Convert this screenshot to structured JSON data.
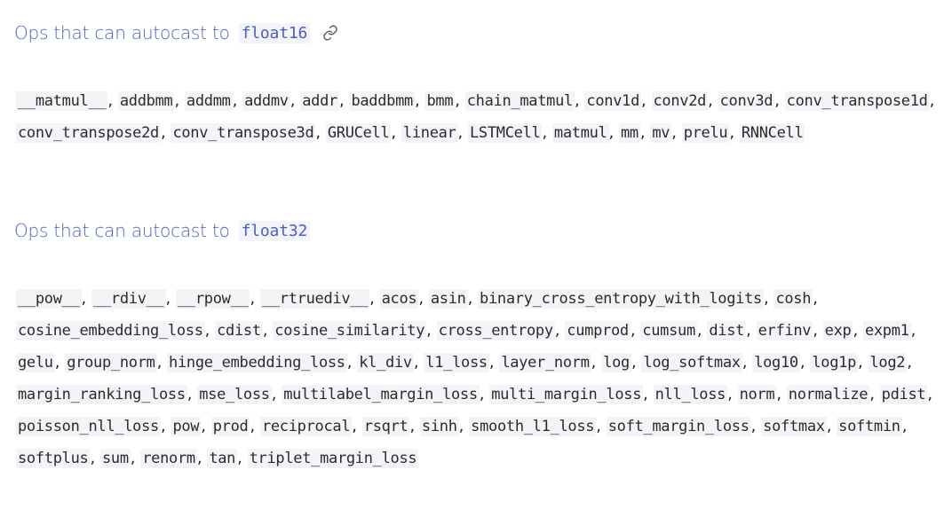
{
  "sections": [
    {
      "heading_prefix": "Ops that can autocast to",
      "heading_code": "float16",
      "ops": [
        "__matmul__",
        "addbmm",
        "addmm",
        "addmv",
        "addr",
        "baddbmm",
        "bmm",
        "chain_matmul",
        "conv1d",
        "conv2d",
        "conv3d",
        "conv_transpose1d",
        "conv_transpose2d",
        "conv_transpose3d",
        "GRUCell",
        "linear",
        "LSTMCell",
        "matmul",
        "mm",
        "mv",
        "prelu",
        "RNNCell"
      ]
    },
    {
      "heading_prefix": "Ops that can autocast to",
      "heading_code": "float32",
      "ops": [
        "__pow__",
        "__rdiv__",
        "__rpow__",
        "__rtruediv__",
        "acos",
        "asin",
        "binary_cross_entropy_with_logits",
        "cosh",
        "cosine_embedding_loss",
        "cdist",
        "cosine_similarity",
        "cross_entropy",
        "cumprod",
        "cumsum",
        "dist",
        "erfinv",
        "exp",
        "expm1",
        "gelu",
        "group_norm",
        "hinge_embedding_loss",
        "kl_div",
        "l1_loss",
        "layer_norm",
        "log",
        "log_softmax",
        "log10",
        "log1p",
        "log2",
        "margin_ranking_loss",
        "mse_loss",
        "multilabel_margin_loss",
        "multi_margin_loss",
        "nll_loss",
        "norm",
        "normalize",
        "pdist",
        "poisson_nll_loss",
        "pow",
        "prod",
        "reciprocal",
        "rsqrt",
        "sinh",
        "smooth_l1_loss",
        "soft_margin_loss",
        "softmax",
        "softmin",
        "softplus",
        "sum",
        "renorm",
        "tan",
        "triplet_margin_loss"
      ]
    }
  ],
  "separator": ",",
  "icons": {
    "heading_link": "link-icon"
  },
  "colors": {
    "heading": "#4b5fc2",
    "code_background": "#f3f4f7",
    "text": "#262626"
  }
}
